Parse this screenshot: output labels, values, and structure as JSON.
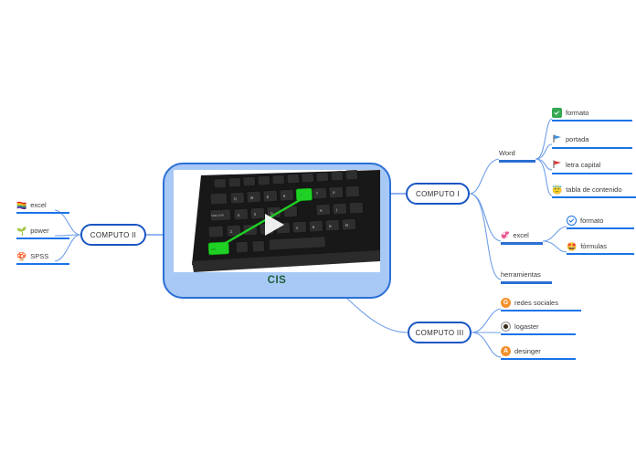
{
  "center": {
    "caption": "CIS",
    "image_name": "keyboard-shortcut-photo",
    "play_overlay": "play-button-overlay",
    "border_color": "#2a6fd6",
    "fill_color": "#a8c8f5",
    "caption_color": "#1f5e3a"
  },
  "theme": {
    "node_border": "#1a56c4",
    "connector": "#6f9fe8",
    "rule_blue": "#1a73e8",
    "badge_orange": "#f5902b"
  },
  "nodes": {
    "computo_2": {
      "label": "COMPUTO II"
    },
    "computo_1": {
      "label": "COMPUTO I"
    },
    "computo_3": {
      "label": "COMPUTO III"
    }
  },
  "branches": {
    "word": {
      "label": "Word"
    },
    "excel": {
      "label": "excel",
      "icon": "revolving-hearts-emoji",
      "glyph": "💞"
    },
    "herramientas": {
      "label": "herramientas"
    }
  },
  "computo_2_items": [
    {
      "label": "excel",
      "icon": "rainbow-flag-emoji",
      "glyph": "🏳️‍🌈"
    },
    {
      "label": "power",
      "icon": "seedling-emoji",
      "glyph": "🌱"
    },
    {
      "label": "SPSS",
      "icon": "mushroom-emoji",
      "glyph": "🍄"
    }
  ],
  "word_items": [
    {
      "label": "formato",
      "icon": "green-check-mark-icon"
    },
    {
      "label": "portada",
      "icon": "blue-triangular-flag-icon"
    },
    {
      "label": "letra capital",
      "icon": "red-triangular-flag-icon"
    },
    {
      "label": "tabla de contenido",
      "icon": "smiling-face-with-halo-emoji",
      "glyph": "😇"
    }
  ],
  "excel_items": [
    {
      "label": "formato",
      "icon": "blue-check-circle-icon"
    },
    {
      "label": "fórmulas",
      "icon": "star-struck-emoji",
      "glyph": "🤩"
    }
  ],
  "computo_3_items": [
    {
      "label": "redes sociales",
      "icon": "orange-badge-g-icon",
      "badge": "G"
    },
    {
      "label": "logaster",
      "icon": "radio-dot-icon"
    },
    {
      "label": "desinger",
      "icon": "orange-badge-a-icon",
      "badge": "A"
    }
  ]
}
